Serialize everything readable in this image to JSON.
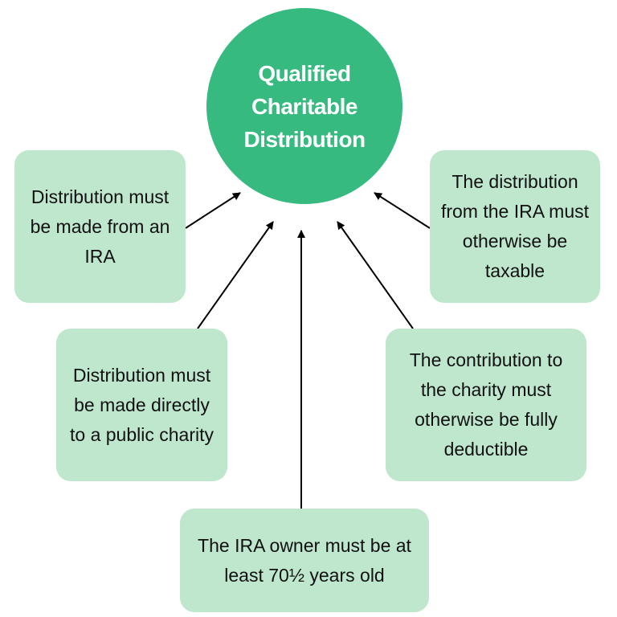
{
  "center": {
    "title": "Qualified Charitable Distribution"
  },
  "requirements": [
    {
      "text": "Distribution must be made from an IRA"
    },
    {
      "text": "Distribution must be made directly to a public charity"
    },
    {
      "text": "The IRA owner must be at least 70½ years old"
    },
    {
      "text": "The contribution to the charity must otherwise be fully deductible"
    },
    {
      "text": "The distribution from the IRA must otherwise be taxable"
    }
  ],
  "colors": {
    "circle": "#36ba80",
    "box": "#bfe7cd",
    "text": "#111111",
    "arrow": "#000000"
  }
}
